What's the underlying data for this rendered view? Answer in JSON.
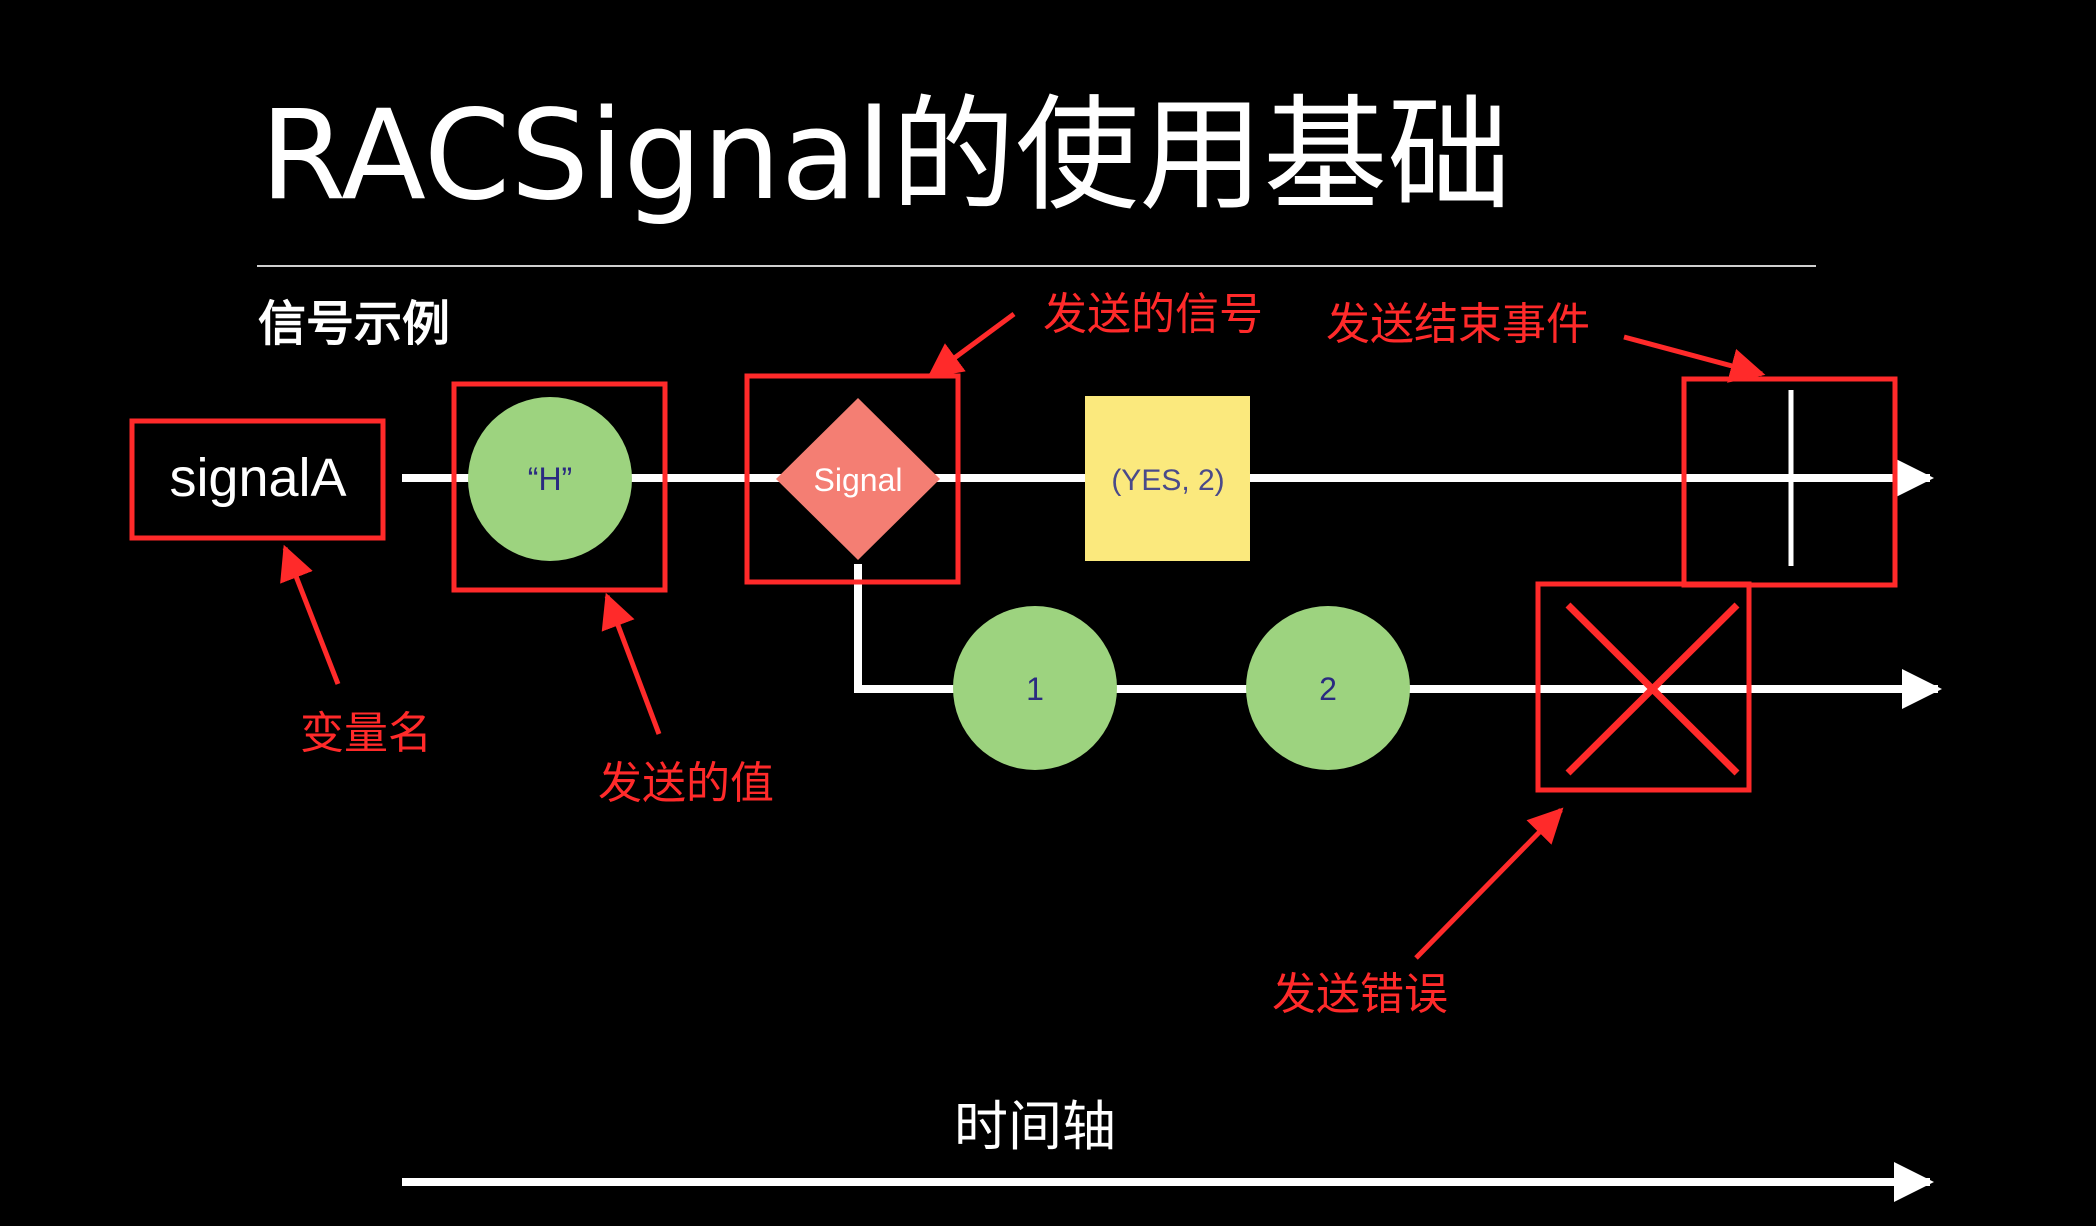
{
  "slide": {
    "title": "RACSignal的使用基础",
    "subtitle": "信号示例"
  },
  "diagram": {
    "variable_name": "signalA",
    "value_h": "“H”",
    "signal_node": "Signal",
    "tuple_value": "(YES,  2)",
    "inner_value_1": "1",
    "inner_value_2": "2",
    "timeline_label": "时间轴"
  },
  "annotations": {
    "variable_name": "变量名",
    "sent_value": "发送的值",
    "sent_signal": "发送的信号",
    "sent_complete": "发送结束事件",
    "sent_error": "发送错误"
  },
  "colors": {
    "background": "#000000",
    "annotation_red": "#ff2a2a",
    "value_green": "#9dd37f",
    "signal_salmon": "#f47e73",
    "tuple_yellow": "#fbe97d",
    "value_text_navy": "#2a2a80",
    "line_white": "#ffffff"
  }
}
